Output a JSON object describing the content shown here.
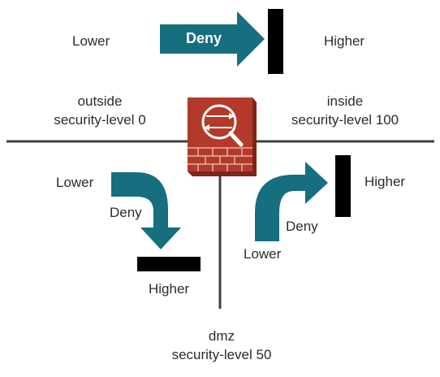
{
  "colors": {
    "arrow": "#156f7e",
    "barrier": "#000000",
    "line": "#404040",
    "firewall": "#b33a2a",
    "firewall_mortar": "#e6b3a8",
    "text": "#2b2b2b"
  },
  "icons": [
    "firewall-icon",
    "magnifier-icon",
    "arrow-icon",
    "barrier-icon"
  ],
  "top_flow": {
    "lower": "Lower",
    "action": "Deny",
    "higher": "Higher"
  },
  "zones": {
    "outside": {
      "name": "outside",
      "level": "security-level 0"
    },
    "inside": {
      "name": "inside",
      "level": "security-level 100"
    },
    "dmz": {
      "name": "dmz",
      "level": "security-level 50"
    }
  },
  "left_flow": {
    "lower": "Lower",
    "action": "Deny",
    "higher": "Higher"
  },
  "right_flow": {
    "lower": "Lower",
    "action": "Deny",
    "higher": "Higher"
  }
}
